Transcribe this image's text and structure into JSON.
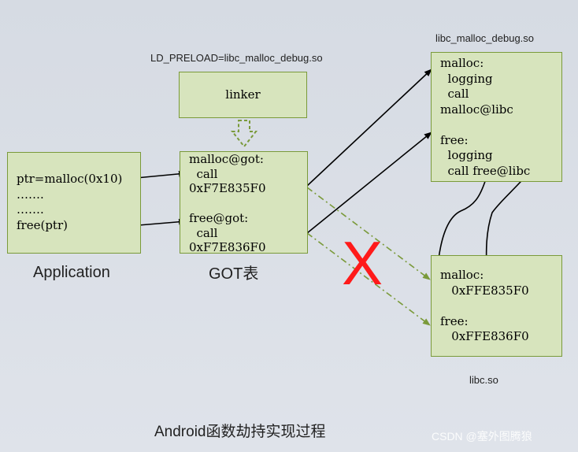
{
  "labels": {
    "ld_preload": "LD_PRELOAD=libc_malloc_debug.so",
    "libc_malloc_debug": "libc_malloc_debug.so",
    "libc_so": "libc.so",
    "application": "Application",
    "got_caption": "GOT表",
    "footer": "Android函数劫持实现过程",
    "watermark": "CSDN @塞外图腾狼",
    "x_mark": "X"
  },
  "linker_box": {
    "text": "linker"
  },
  "app_box": {
    "lines": [
      "ptr=malloc(0x10)",
      "…….",
      "…….",
      "free(ptr)"
    ]
  },
  "got_box": {
    "lines": [
      "malloc@got:",
      "  call",
      "0xF7E835F0",
      "",
      "free@got:",
      "  call",
      "0xF7E836F0"
    ]
  },
  "debug_box": {
    "lines": [
      "malloc:",
      "  logging",
      "  call",
      "malloc@libc",
      "",
      "free:",
      "  logging",
      "  call free@libc"
    ]
  },
  "libc_box": {
    "lines": [
      "malloc:",
      "   0xFFE835F0",
      "",
      "free:",
      "   0xFFE836F0"
    ]
  },
  "colors": {
    "box_fill": "#d7e4bd",
    "box_border": "#7a9a3a",
    "dashed_arrow": "#7a9a3a",
    "red_x": "#ff1a1a"
  }
}
